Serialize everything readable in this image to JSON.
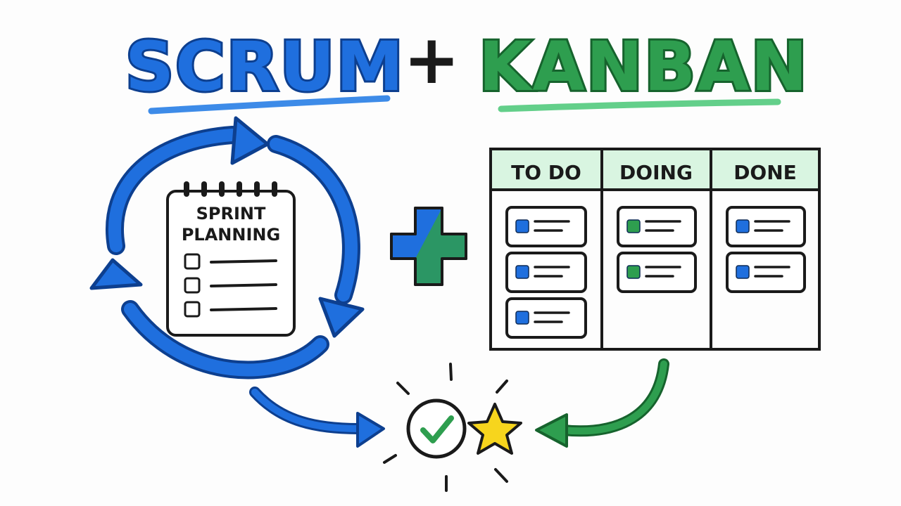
{
  "title": {
    "left": "SCRUM",
    "plus": "+",
    "right": "KANBAN"
  },
  "notepad": {
    "line1": "SPRINT",
    "line2": "PLANNING",
    "checkbox_count": 3
  },
  "board": {
    "columns": [
      "TO DO",
      "DOING",
      "DONE"
    ],
    "card_counts": [
      3,
      2,
      2
    ]
  },
  "colors": {
    "blue": "#1f6fde",
    "green": "#2e9e4f",
    "light_green": "#d9f5e1",
    "ink": "#1a1a1a",
    "star": "#f7d51d",
    "check": "#2e9e4f"
  }
}
